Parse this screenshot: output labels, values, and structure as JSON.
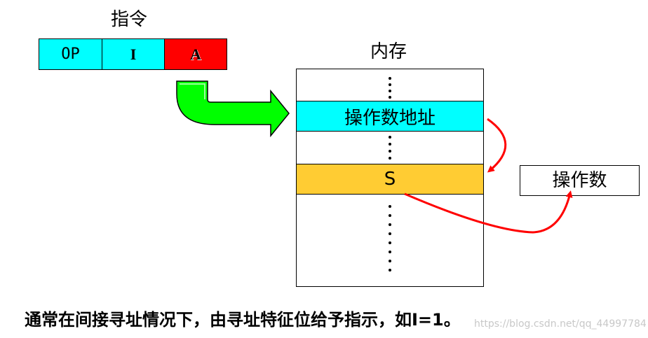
{
  "instruction": {
    "title": "指令",
    "fields": [
      "OP",
      "I",
      "A"
    ]
  },
  "memory": {
    "title": "内存",
    "address_row": "操作数地址",
    "s_row": "S"
  },
  "operand": "操作数",
  "caption": "通常在间接寻址情况下，由寻址特征位给予指示，如I=1。",
  "watermark": "https://blog.csdn.net/qq_44997784",
  "colors": {
    "op_field": "#00ffff",
    "i_field": "#00ffff",
    "a_field": "#ff0000",
    "address_row": "#00ffff",
    "s_row": "#ffcc33",
    "arrow_green": "#00ff00",
    "arrow_red": "#ff0000"
  }
}
